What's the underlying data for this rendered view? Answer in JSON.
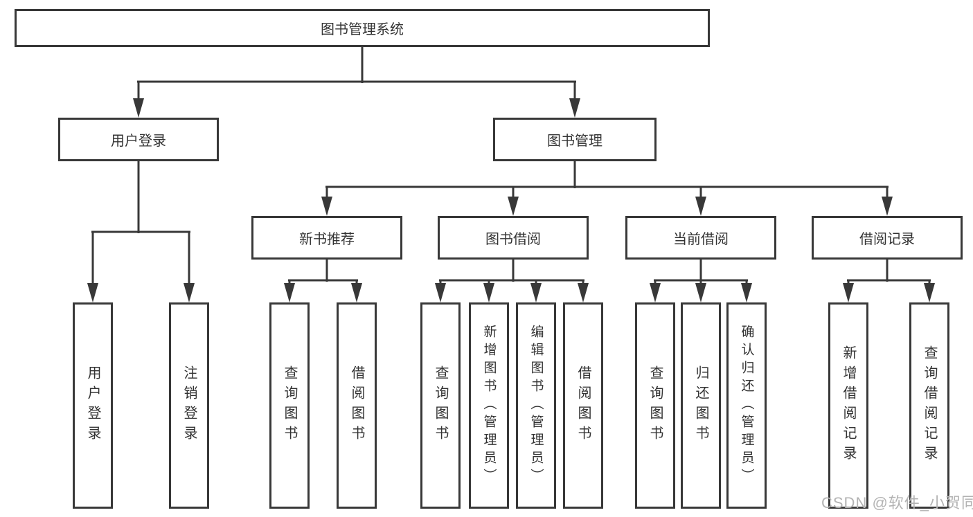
{
  "diagram": {
    "type": "hierarchy-tree",
    "title": "图书管理系统"
  },
  "nodes": {
    "root": "图书管理系统",
    "user_login": "用户登录",
    "book_management": "图书管理",
    "new_book_recommend": "新书推荐",
    "book_borrow": "图书借阅",
    "current_borrow": "当前借阅",
    "borrow_records": "借阅记录",
    "leaf_user_login": "用户登录",
    "leaf_logout": "注销登录",
    "leaf_query_books_recommend": "查询图书",
    "leaf_borrow_books_recommend": "借阅图书",
    "leaf_query_books_borrow": "查询图书",
    "leaf_add_books_admin": "新增图书（管理员）",
    "leaf_edit_books_admin": "编辑图书（管理员）",
    "leaf_borrow_books_borrow": "借阅图书",
    "leaf_query_books_current": "查询图书",
    "leaf_return_books": "归还图书",
    "leaf_confirm_return_admin": "确认归还（管理员）",
    "leaf_add_borrow_record": "新增借阅记录",
    "leaf_query_borrow_record": "查询借阅记录"
  },
  "watermark": {
    "text": "CSDN @软件_小贺同学",
    "color": "#b3b3b3"
  },
  "colors": {
    "line": "#383838",
    "box_border": "#383838",
    "box_background": "#ffffff",
    "text": "#333333",
    "page_background": "#ffffff"
  }
}
